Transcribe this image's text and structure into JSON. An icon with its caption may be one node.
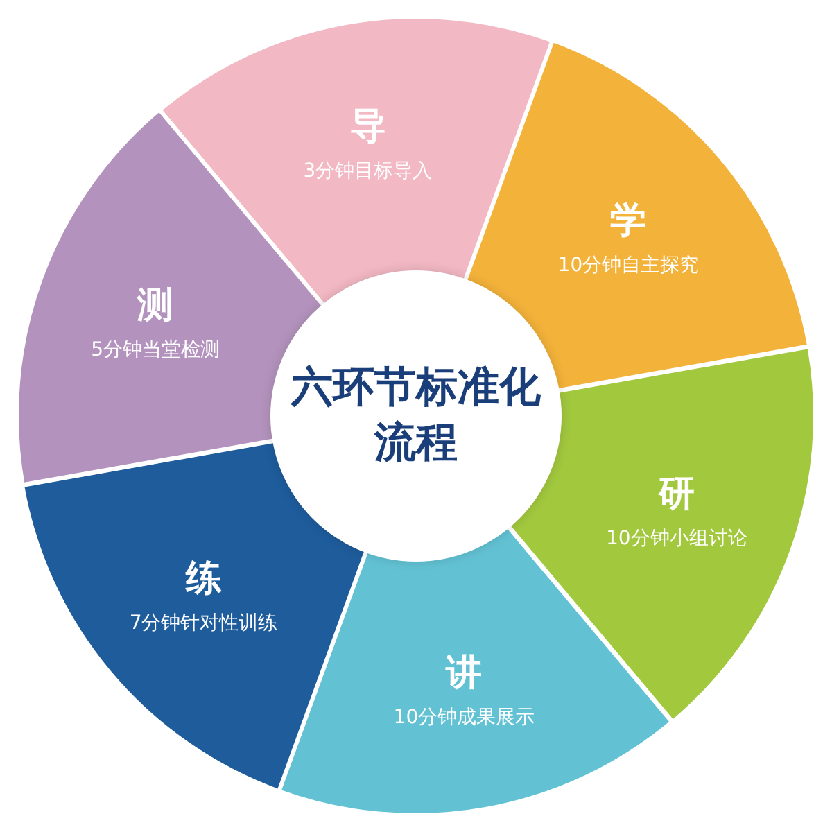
{
  "diagram": {
    "nodes": [
      {
        "text": [
          "六环节标准化流程"
        ]
      },
      {
        "text": [
          "导",
          "3分钟目标导入"
        ]
      },
      {
        "text": [
          "学",
          "10分钟自主探究"
        ]
      },
      {
        "text": [
          "研",
          "10分钟小组讨论"
        ]
      },
      {
        "text": [
          "讲",
          "10分钟成果展示"
        ]
      },
      {
        "text": [
          "练",
          "7分钟针对性训练"
        ]
      },
      {
        "text": [
          "测",
          "5分钟当堂检测"
        ]
      }
    ]
  }
}
